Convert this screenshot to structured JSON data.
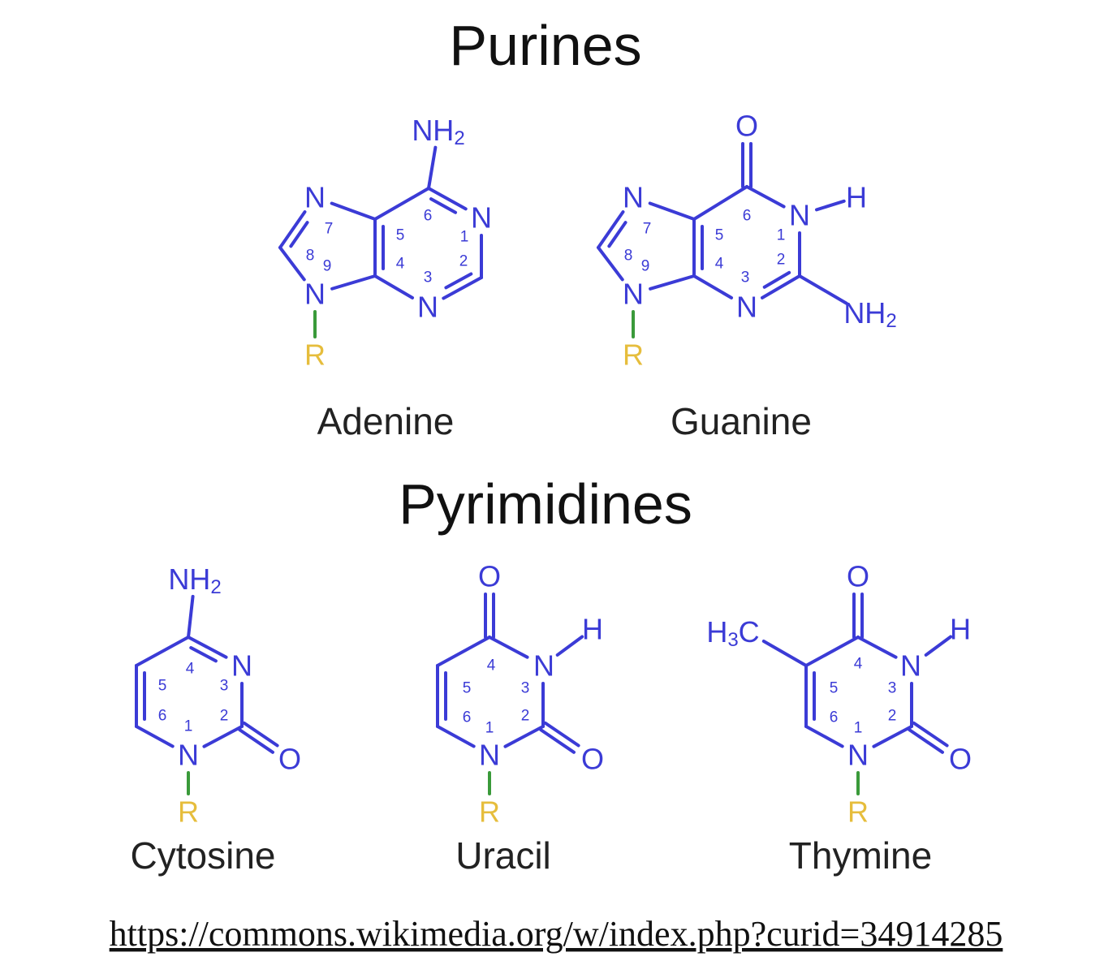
{
  "titles": {
    "purines": "Purines",
    "pyrimidines": "Pyrimidines"
  },
  "names": {
    "adenine": "Adenine",
    "guanine": "Guanine",
    "cytosine": "Cytosine",
    "uracil": "Uracil",
    "thymine": "Thymine"
  },
  "atoms": {
    "N": "N",
    "O": "O",
    "H": "H",
    "R": "R",
    "NH": "NH",
    "H3C_H": "H",
    "C": "C",
    "sub2": "2",
    "sub3": "3"
  },
  "ring_numbers": [
    "1",
    "2",
    "3",
    "4",
    "5",
    "6",
    "7",
    "8",
    "9"
  ],
  "colors": {
    "structure": "#3b3bd6",
    "r_group": "#e6bd3c",
    "r_bond": "#3a9a3a",
    "text": "#222222"
  },
  "source_link": "https://commons.wikimedia.org/w/index.php?curid=34914285"
}
